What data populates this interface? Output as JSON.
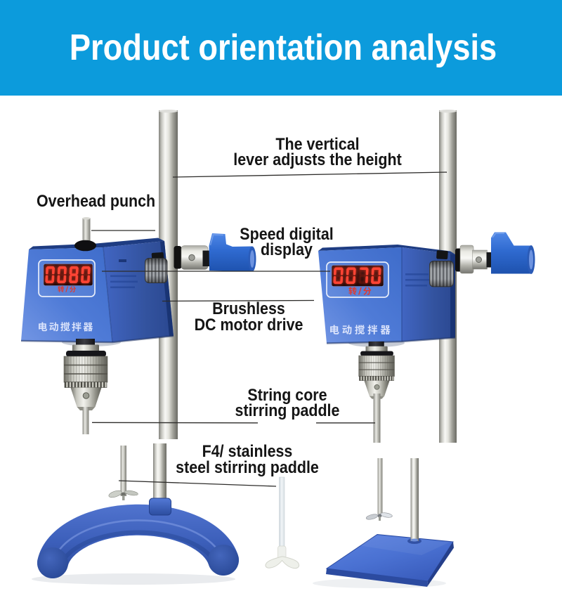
{
  "header": {
    "title": "Product orientation analysis"
  },
  "annotations": {
    "vertical_lever": {
      "line1": "The vertical",
      "line2": "lever adjusts the height"
    },
    "overhead_punch": {
      "label": "Overhead punch"
    },
    "speed_display": {
      "line1": "Speed digital",
      "line2": "display"
    },
    "brushless_motor": {
      "line1": "Brushless",
      "line2": "DC motor drive"
    },
    "string_core": {
      "line1": "String core",
      "line2": "stirring paddle"
    },
    "f4_paddle": {
      "line1": "F4/ stainless",
      "line2": "steel stirring paddle"
    }
  },
  "stirrers": {
    "left": {
      "display_value": "0080",
      "display_unit": "转/分",
      "brand_label": "电动搅拌器"
    },
    "right": {
      "display_value": "0070",
      "display_unit": "转/分",
      "brand_label": "电动搅拌器"
    }
  },
  "colors": {
    "banner_blue": "#0c9bdc",
    "device_blue": "#4a77d6",
    "handle_blue": "#2f6fd8",
    "digit_red": "#ff4434",
    "label_ink": "#151515"
  }
}
